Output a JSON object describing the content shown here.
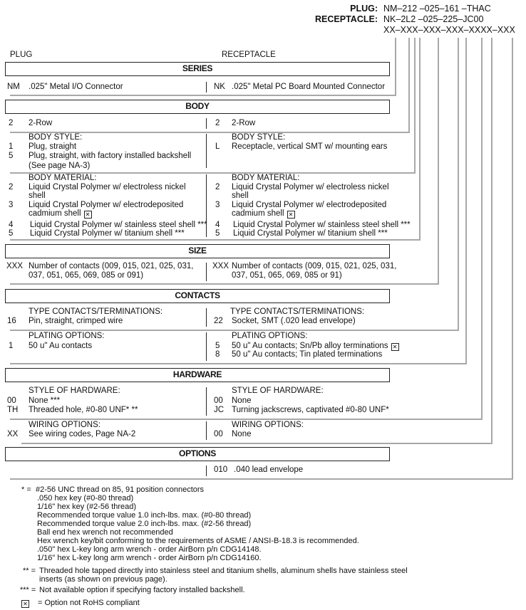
{
  "part_number": {
    "plug_label": "PLUG:",
    "plug_code": "NM–212 –025–161 –THAC",
    "receptacle_label": "RECEPTACLE:",
    "receptacle_code": "NK–2L2 –025–225–JC00",
    "template": "XX–XXX–XXX–XXX–XXXX–XXX"
  },
  "columns": {
    "plug": "PLUG",
    "receptacle": "RECEPTACLE"
  },
  "series": {
    "title": "SERIES",
    "plug": {
      "code": "NM",
      "text": ".025\" Metal I/O Connector"
    },
    "receptacle": {
      "code": "NK",
      "text": ".025\" Metal PC Board Mounted Connector"
    }
  },
  "body": {
    "title": "BODY",
    "rows": {
      "plug": {
        "code": "2",
        "text": "2-Row"
      },
      "receptacle": {
        "code": "2",
        "text": "2-Row"
      }
    },
    "style": {
      "label": "BODY STYLE:",
      "plug": [
        {
          "code": "1",
          "text": "Plug, straight"
        },
        {
          "code": "5",
          "text": "Plug, straight, with factory installed backshell",
          "text2": "(See page NA-3)"
        }
      ],
      "receptacle": [
        {
          "code": "L",
          "text": "Receptacle, vertical SMT w/ mounting ears"
        }
      ]
    },
    "material": {
      "label": "BODY MATERIAL:",
      "items": [
        {
          "code": "2",
          "text": "Liquid Crystal Polymer w/ electroless nickel",
          "text2": "shell"
        },
        {
          "code": "3",
          "text": "Liquid Crystal Polymer w/ electrodeposited",
          "text2": "cadmium shell"
        },
        {
          "code": "4",
          "text": "Liquid Crystal Polymer w/ stainless steel shell ***"
        },
        {
          "code": "5",
          "text": "Liquid Crystal Polymer w/ titanium shell ***"
        }
      ]
    }
  },
  "size": {
    "title": "SIZE",
    "plug": {
      "code": "XXX",
      "text": "Number of contacts (009, 015, 021, 025, 031,",
      "text2": "037, 051, 065, 069, 085 or 091)"
    },
    "receptacle": {
      "code": "XXX",
      "text": "Number of contacts (009, 015, 021, 025, 031,",
      "text2": "037, 051, 065, 069, 085 or 91)"
    }
  },
  "contacts": {
    "title": "CONTACTS",
    "type_label": "TYPE CONTACTS/TERMINATIONS:",
    "type_plug": {
      "code": "16",
      "text": "Pin, straight, crimped wire"
    },
    "type_receptacle": {
      "code": "22",
      "text": "Socket, SMT (.020 lead envelope)"
    },
    "plating_label": "PLATING OPTIONS:",
    "plating_plug": [
      {
        "code": "1",
        "text": "50 u\" Au contacts"
      }
    ],
    "plating_receptacle": [
      {
        "code": "5",
        "text": "50 u\" Au contacts; Sn/Pb alloy terminations"
      },
      {
        "code": "8",
        "text": "50 u\" Au contacts; Tin plated terminations"
      }
    ]
  },
  "hardware": {
    "title": "HARDWARE",
    "style_label": "STYLE OF HARDWARE:",
    "style_plug": [
      {
        "code": "00",
        "text": "None ***"
      },
      {
        "code": "TH",
        "text": "Threaded hole, #0-80 UNF*  **"
      }
    ],
    "style_receptacle": [
      {
        "code": "00",
        "text": "None"
      },
      {
        "code": "JC",
        "text": "Turning jackscrews, captivated #0-80 UNF*"
      }
    ],
    "wiring_label": "WIRING OPTIONS:",
    "wiring_plug": {
      "code": "XX",
      "text": "See wiring codes, Page NA-2"
    },
    "wiring_receptacle": {
      "code": "00",
      "text": "None"
    }
  },
  "options": {
    "title": "OPTIONS",
    "receptacle": {
      "code": "010",
      "text": ".040 lead envelope"
    }
  },
  "notes": {
    "star1_key": "* =",
    "star1": [
      "#2-56 UNC thread on 85, 91 position connectors",
      ".050 hex key (#0-80 thread)",
      "1/16\" hex key (#2-56 thread)",
      "Recommended torque value 1.0 inch-lbs. max. (#0-80 thread)",
      "Recommended torque value 2.0 inch-lbs. max. (#2-56 thread)",
      "Ball end hex wrench not recommended",
      "Hex wrench key/bit conforming to the requirements of ASME / ANSI-B-18.3 is recommended.",
      ".050\" hex L-key long arm wrench - order AirBorn p/n CDG14148.",
      "1/16\" hex L-key long arm wrench - order AirBorn p/n CDG14160."
    ],
    "star2_key": "** =",
    "star2": [
      "Threaded hole tapped directly into stainless steel and titanium shells, aluminum shells have stainless steel",
      "inserts (as shown on previous page)."
    ],
    "star3_key": "*** =",
    "star3": "Not available option if specifying factory installed backshell.",
    "rohs": "= Option not RoHS compliant",
    "rohs_icon": "boxed-x-icon"
  },
  "colors": {
    "leader_lines": "#a8a8a8",
    "borders": "#222222"
  }
}
